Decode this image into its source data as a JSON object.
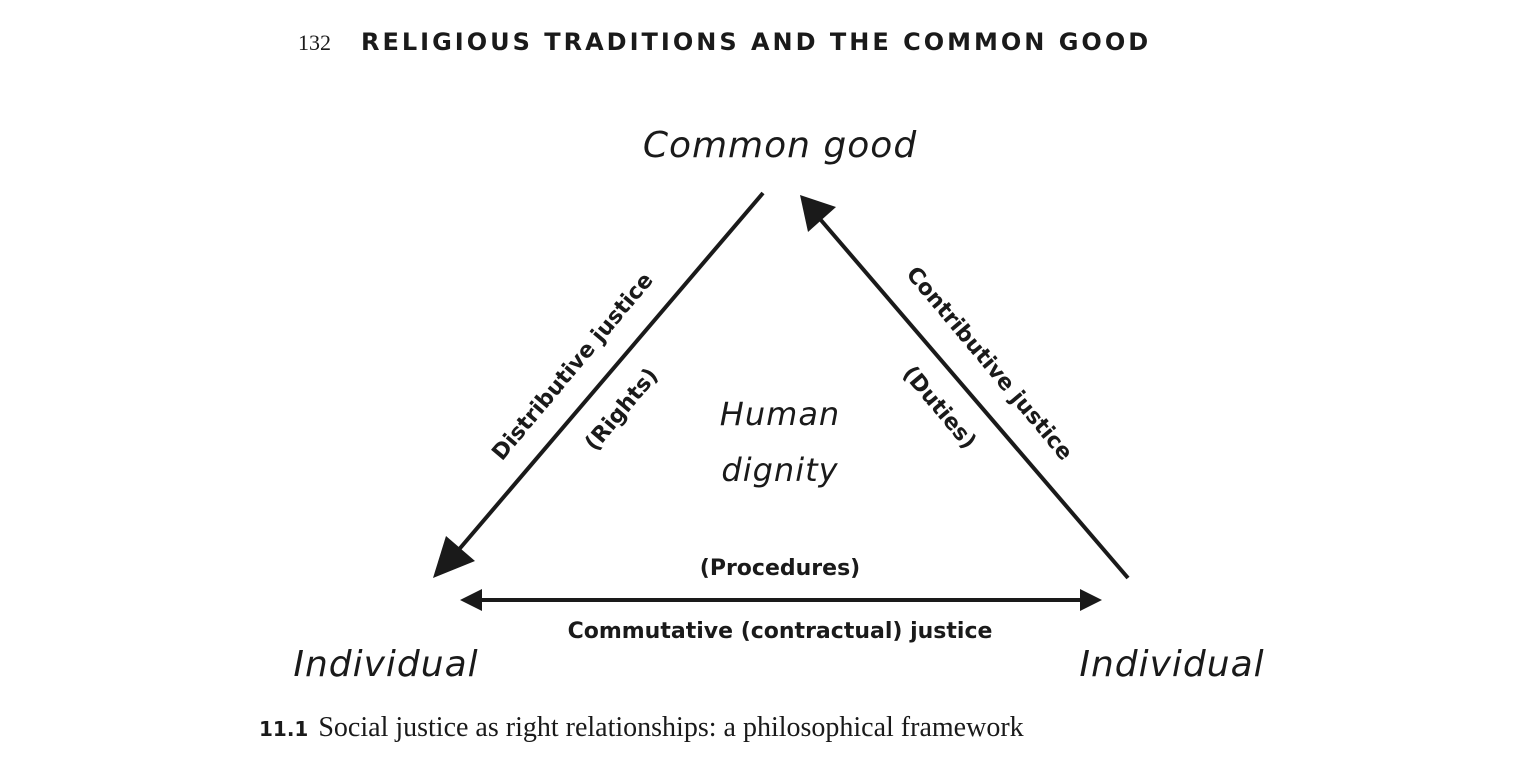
{
  "header": {
    "page_number": "132",
    "running_title": "RELIGIOUS TRADITIONS AND THE COMMON GOOD"
  },
  "diagram": {
    "nodes": {
      "top": "Common good",
      "bottom_left": "Individual",
      "bottom_right": "Individual"
    },
    "center": {
      "line1": "Human",
      "line2": "dignity"
    },
    "edges": {
      "left": {
        "label": "Distributive justice",
        "sublabel": "(Rights)"
      },
      "right": {
        "label": "Contributive justice",
        "sublabel": "(Duties)"
      },
      "bottom": {
        "label": "Commutative (contractual) justice",
        "sublabel": "(Procedures)"
      }
    }
  },
  "caption": {
    "number": "11.1",
    "text": "Social justice as right relationships: a philosophical framework"
  }
}
